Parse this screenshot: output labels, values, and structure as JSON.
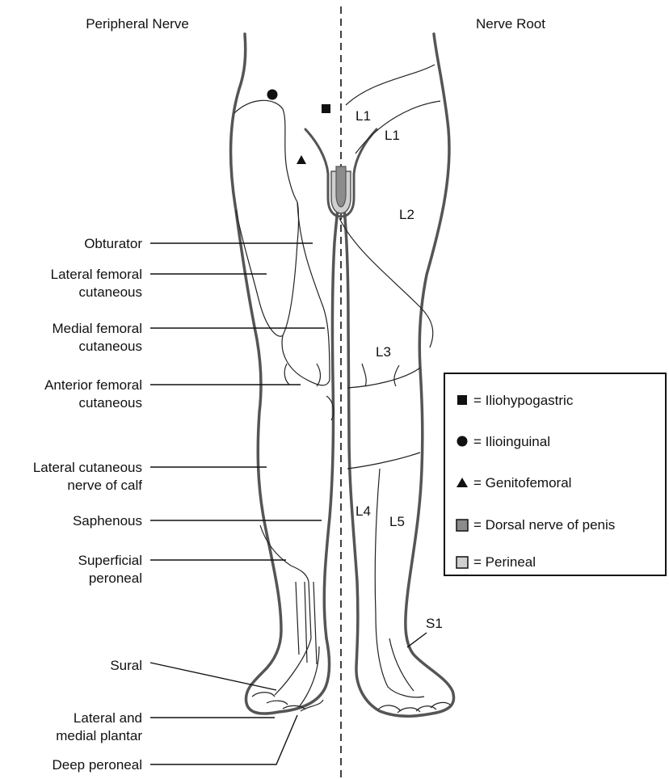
{
  "headers": {
    "left": "Peripheral Nerve",
    "right": "Nerve Root"
  },
  "peripheral_labels": [
    {
      "lines": [
        "Obturator"
      ]
    },
    {
      "lines": [
        "Lateral femoral",
        "cutaneous"
      ]
    },
    {
      "lines": [
        "Medial femoral",
        "cutaneous"
      ]
    },
    {
      "lines": [
        "Anterior femoral",
        "cutaneous"
      ]
    },
    {
      "lines": [
        "Lateral cutaneous",
        "nerve of calf"
      ]
    },
    {
      "lines": [
        "Saphenous"
      ]
    },
    {
      "lines": [
        "Superficial",
        "peroneal"
      ]
    },
    {
      "lines": [
        "Sural"
      ]
    },
    {
      "lines": [
        "Lateral and",
        "medial plantar"
      ]
    },
    {
      "lines": [
        "Deep peroneal"
      ]
    }
  ],
  "root_labels": [
    "L1",
    "L1",
    "L2",
    "L3",
    "L4",
    "L5",
    "S1"
  ],
  "legend": [
    {
      "symbol": "square",
      "text": "= Iliohypogastric"
    },
    {
      "symbol": "circle",
      "text": "= Ilioinguinal"
    },
    {
      "symbol": "triangle",
      "text": "= Genitofemoral"
    },
    {
      "symbol": "dark-gray-square",
      "text": "= Dorsal nerve of penis"
    },
    {
      "symbol": "light-gray-square",
      "text": "= Perineal"
    }
  ],
  "colors": {
    "outline": "#555555",
    "dorsal": "#8c8c8c",
    "perineal": "#cfcfcf",
    "ink": "#111111"
  }
}
